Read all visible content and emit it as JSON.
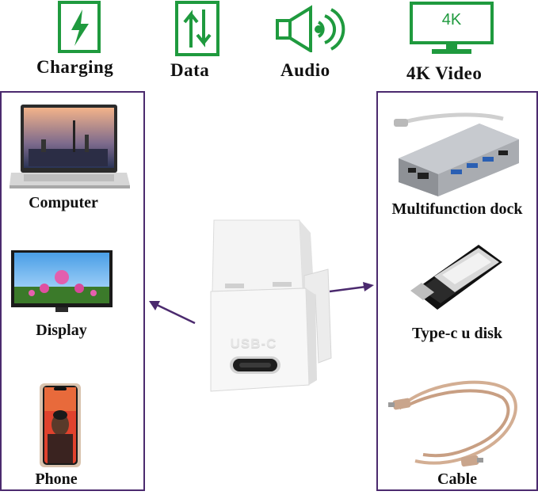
{
  "features": [
    {
      "label": "Charging",
      "icon": "charging-icon"
    },
    {
      "label": "Data",
      "icon": "data-transfer-icon"
    },
    {
      "label": "Audio",
      "icon": "audio-icon"
    },
    {
      "label": "4K Video",
      "icon": "4k-video-icon",
      "screen_text": "4K"
    }
  ],
  "left_devices": [
    "Computer",
    "Display",
    "Phone"
  ],
  "right_devices": [
    "Multifunction dock",
    "Type-c u disk",
    "Cable"
  ],
  "keystone": {
    "port_label": "USB-C"
  },
  "colors": {
    "accent": "#1f9a3e",
    "border": "#4b2a6e",
    "arrow": "#4b2a6e"
  }
}
